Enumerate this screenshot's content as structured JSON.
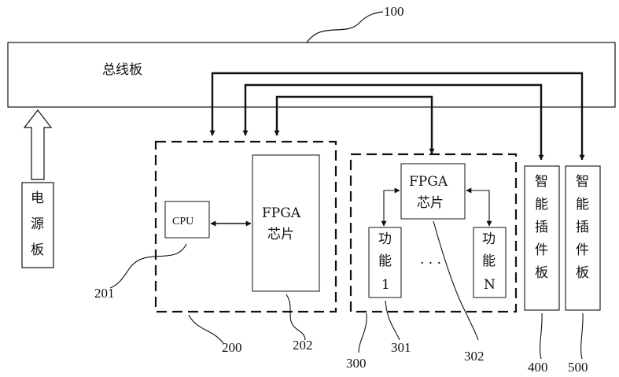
{
  "bus_board": {
    "label": "总线板",
    "ref": "100"
  },
  "power_board": {
    "label_chars": [
      "电",
      "源",
      "板"
    ]
  },
  "board_200": {
    "ref": "200",
    "cpu": {
      "label": "CPU",
      "ref": "201"
    },
    "fpga": {
      "label_line1": "FPGA",
      "label_line2": "芯片",
      "ref": "202"
    }
  },
  "board_300": {
    "ref": "300",
    "fpga": {
      "label_line1": "FPGA",
      "label_line2": "芯片",
      "ref": "302"
    },
    "func1": {
      "chars": [
        "功",
        "能",
        "1"
      ],
      "ref": "301"
    },
    "ellipsis": "· · ·",
    "funcN": {
      "chars": [
        "功",
        "能",
        "N"
      ]
    }
  },
  "smart_board_400": {
    "chars": [
      "智",
      "能",
      "插",
      "件",
      "板"
    ],
    "ref": "400"
  },
  "smart_board_500": {
    "chars": [
      "智",
      "能",
      "插",
      "件",
      "板"
    ],
    "ref": "500"
  },
  "colors": {
    "line": "#111111",
    "background": "#ffffff"
  }
}
